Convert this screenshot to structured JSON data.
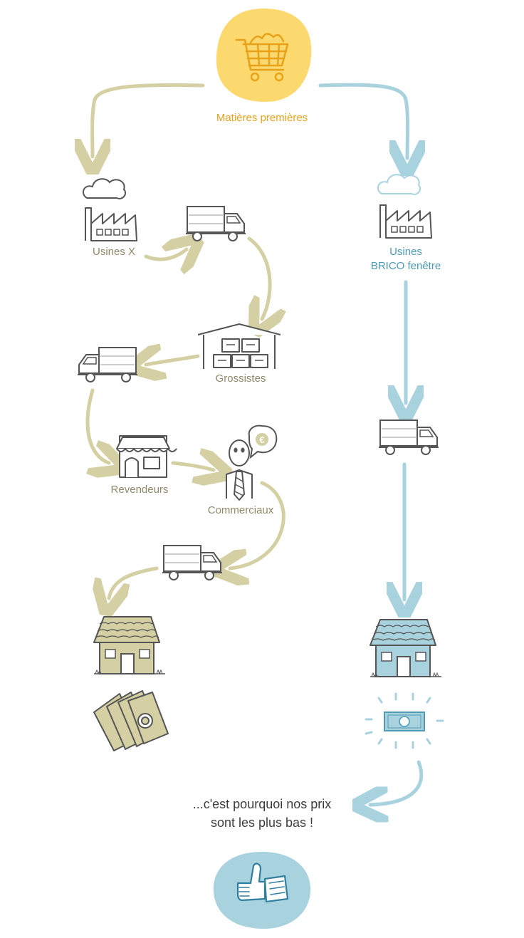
{
  "colors": {
    "olive": "#d4d0a3",
    "olive_text": "#8f8a6a",
    "blue": "#a9d2df",
    "blue_text": "#4e9ab5",
    "yellow": "#fcd96e",
    "orange": "#e8a21a",
    "ink": "#4a4a4a"
  },
  "start": {
    "label": "Matières premières",
    "icon": "shopping-cart-icon"
  },
  "traditional": {
    "factory": {
      "label": "Usines X",
      "icon": "factory-icon"
    },
    "wholesaler": {
      "label": "Grossistes",
      "icon": "warehouse-icon"
    },
    "reseller": {
      "label": "Revendeurs",
      "icon": "shop-icon"
    },
    "salesman": {
      "label": "Commerciaux",
      "icon": "salesman-icon",
      "bubble": "€"
    },
    "house": {
      "icon": "house-icon"
    },
    "money": {
      "icon": "banknotes-stack-icon"
    }
  },
  "brico": {
    "factory": {
      "label": "Usines\nBRICO fenêtre",
      "icon": "factory-icon"
    },
    "house": {
      "icon": "house-icon"
    },
    "money": {
      "icon": "banknote-icon"
    }
  },
  "conclusion": {
    "text": "...c'est pourquoi nos prix\nsont les plus bas !",
    "icon": "thumbs-up-icon"
  }
}
